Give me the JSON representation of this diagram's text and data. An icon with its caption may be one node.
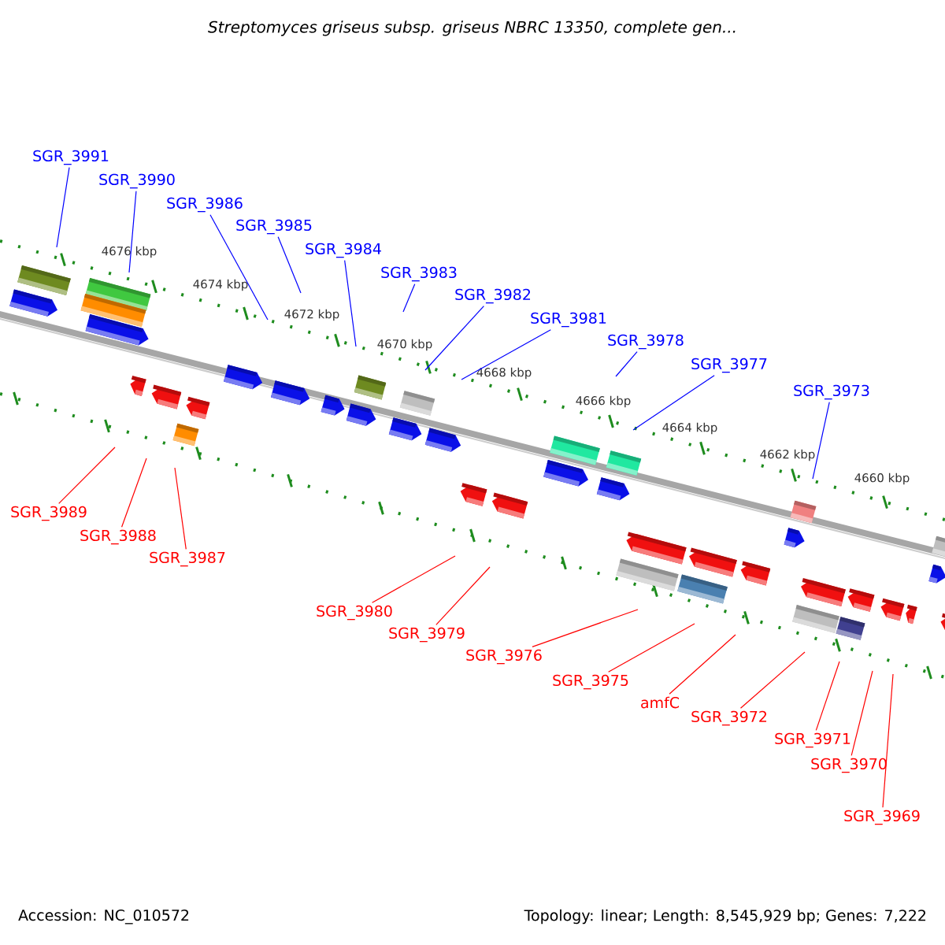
{
  "diagram": {
    "title": "Streptomyces griseus subsp. griseus NBRC 13350, complete gen...",
    "nodes": [
      {
        "text": [
          "SGR_3991"
        ]
      },
      {
        "text": [
          "SGR_3990"
        ]
      },
      {
        "text": [
          "SGR_3986"
        ]
      },
      {
        "text": [
          "SGR_3985"
        ]
      },
      {
        "text": [
          "SGR_3984"
        ]
      },
      {
        "text": [
          "SGR_3983"
        ]
      },
      {
        "text": [
          "SGR_3982"
        ]
      },
      {
        "text": [
          "SGR_3981"
        ]
      },
      {
        "text": [
          "SGR_3978"
        ]
      },
      {
        "text": [
          "SGR_3977"
        ]
      },
      {
        "text": [
          "SGR_3973"
        ]
      },
      {
        "text": [
          "SGR_3989"
        ]
      },
      {
        "text": [
          "SGR_3988"
        ]
      },
      {
        "text": [
          "SGR_3987"
        ]
      },
      {
        "text": [
          "SGR_3980"
        ]
      },
      {
        "text": [
          "SGR_3979"
        ]
      },
      {
        "text": [
          "SGR_3976"
        ]
      },
      {
        "text": [
          "SGR_3975"
        ]
      },
      {
        "text": [
          "amfC"
        ]
      },
      {
        "text": [
          "SGR_3972"
        ]
      },
      {
        "text": [
          "SGR_3971"
        ]
      },
      {
        "text": [
          "SGR_3970"
        ]
      },
      {
        "text": [
          "SGR_3969"
        ]
      }
    ],
    "edges": [
      {
        "from": 0,
        "to": null,
        "arrow": "none",
        "color": "#0000ff"
      },
      {
        "from": 1,
        "to": null,
        "arrow": "none",
        "color": "#0000ff"
      },
      {
        "from": 2,
        "to": null,
        "arrow": "none",
        "color": "#0000ff"
      },
      {
        "from": 3,
        "to": null,
        "arrow": "none",
        "color": "#0000ff"
      },
      {
        "from": 4,
        "to": null,
        "arrow": "none",
        "color": "#0000ff"
      },
      {
        "from": 5,
        "to": null,
        "arrow": "none",
        "color": "#0000ff"
      },
      {
        "from": 6,
        "to": null,
        "arrow": "none",
        "color": "#0000ff"
      },
      {
        "from": 7,
        "to": null,
        "arrow": "none",
        "color": "#0000ff"
      },
      {
        "from": 8,
        "to": null,
        "arrow": "none",
        "color": "#0000ff"
      },
      {
        "from": 9,
        "to": null,
        "arrow": "none",
        "color": "#0000ff"
      },
      {
        "from": 10,
        "to": null,
        "arrow": "none",
        "color": "#0000ff"
      },
      {
        "from": 11,
        "to": null,
        "arrow": "none"
      },
      {
        "from": 12,
        "to": null,
        "arrow": "none"
      },
      {
        "from": 13,
        "to": null,
        "arrow": "none"
      },
      {
        "from": 14,
        "to": null,
        "arrow": "none"
      },
      {
        "from": 15,
        "to": null,
        "arrow": "none"
      },
      {
        "from": 16,
        "to": null,
        "arrow": "none"
      },
      {
        "from": 17,
        "to": null,
        "arrow": "none"
      },
      {
        "from": 18,
        "to": null,
        "arrow": "none"
      },
      {
        "from": 19,
        "to": null,
        "arrow": "none"
      },
      {
        "from": 20,
        "to": null,
        "arrow": "none"
      },
      {
        "from": 21,
        "to": null,
        "arrow": "none"
      },
      {
        "from": 22,
        "to": null,
        "arrow": "none"
      }
    ],
    "labels": [
      "4676 kbp",
      "4674 kbp",
      "4672 kbp",
      "4670 kbp",
      "4668 kbp",
      "4666 kbp",
      "4664 kbp",
      "4662 kbp",
      "4660 kbp",
      "Accession: NC_010572",
      "Topology: linear; Length: 8,545,929 bp; Genes: 7,222"
    ]
  }
}
